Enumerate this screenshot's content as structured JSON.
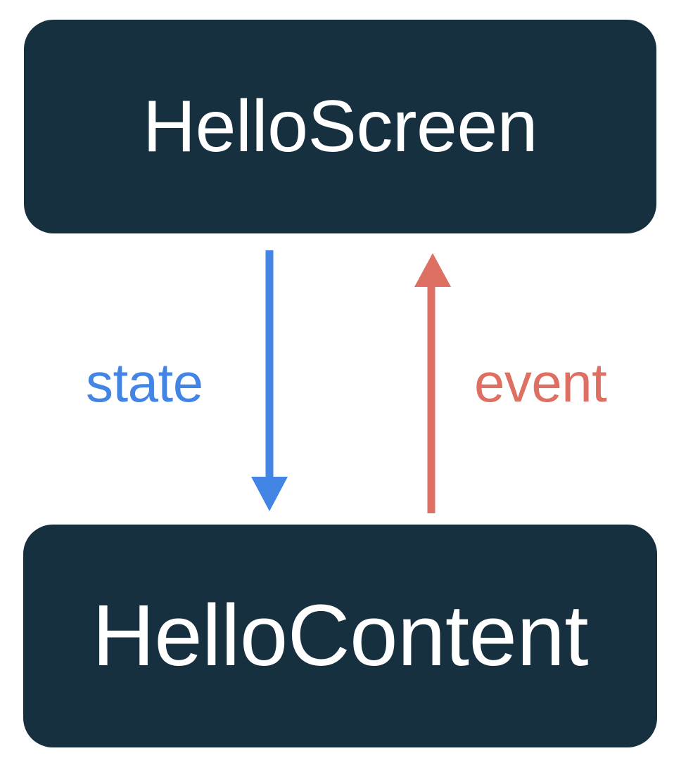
{
  "diagram": {
    "title": "HelloScreen / HelloContent state-event flow",
    "background_color": "#ffffff",
    "nodes": [
      {
        "id": "hello-screen",
        "label": "HelloScreen",
        "fill_color": "#17303f",
        "text_color": "#ffffff",
        "shape": "rounded-rectangle"
      },
      {
        "id": "hello-content",
        "label": "HelloContent",
        "fill_color": "#17303f",
        "text_color": "#ffffff",
        "shape": "rounded-rectangle"
      }
    ],
    "edges": [
      {
        "id": "state",
        "label": "state",
        "color": "#4285e4",
        "from": "HelloScreen",
        "to": "HelloContent",
        "direction": "down"
      },
      {
        "id": "event",
        "label": "event",
        "color": "#dd6f63",
        "from": "HelloContent",
        "to": "HelloScreen",
        "direction": "up"
      }
    ]
  }
}
